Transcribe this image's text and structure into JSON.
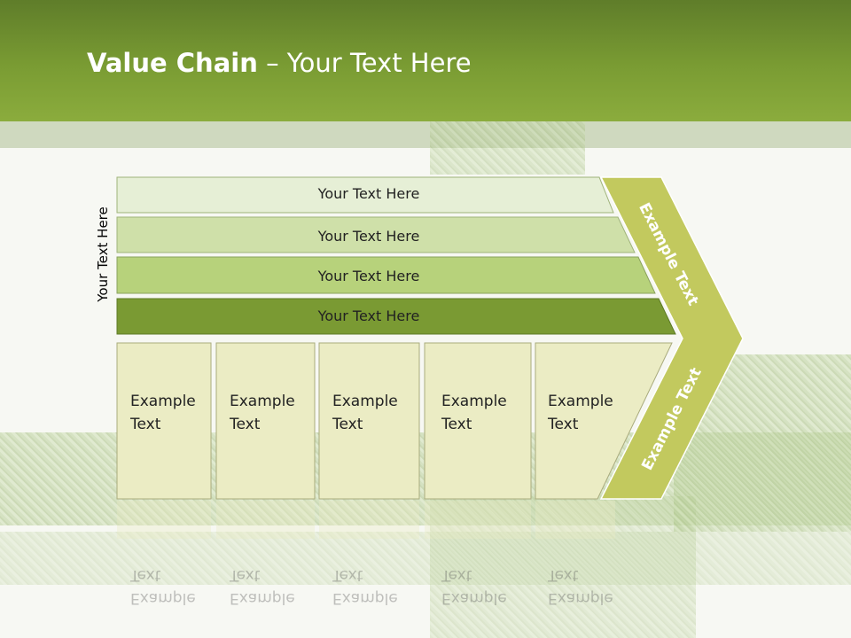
{
  "title": {
    "bold": "Value Chain",
    "rest": " – Your Text Here"
  },
  "side_label": "Your Text Here",
  "bars": [
    {
      "label": "Your Text Here",
      "color": "#e6efd6"
    },
    {
      "label": "Your Text Here",
      "color": "#cfe0a9"
    },
    {
      "label": "Your Text Here",
      "color": "#b7d27b"
    },
    {
      "label": "Your Text Here",
      "color": "#7a9a33"
    }
  ],
  "boxes": [
    {
      "line1": "Example",
      "line2": "Text"
    },
    {
      "line1": "Example",
      "line2": "Text"
    },
    {
      "line1": "Example",
      "line2": "Text"
    },
    {
      "line1": "Example",
      "line2": "Text"
    },
    {
      "line1": "Example",
      "line2": "Text"
    }
  ],
  "chevron": {
    "upper_label": "Example Text",
    "lower_label": "Example Text",
    "color": "#c2c95e"
  },
  "box_color": "#ebecc4"
}
